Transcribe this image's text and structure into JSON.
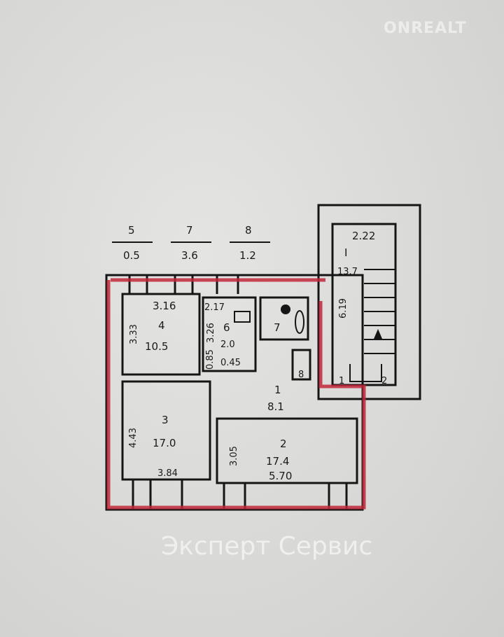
{
  "watermarks": {
    "brand": "ONREALT",
    "overlay": "Эксперт Сервис"
  },
  "colors": {
    "outline": "#c0283a",
    "wall": "#151515",
    "paper": "#d9d9d7"
  },
  "legend": [
    {
      "room": "5",
      "area": "0.5"
    },
    {
      "room": "7",
      "area": "3.6"
    },
    {
      "room": "8",
      "area": "1.2"
    }
  ],
  "rooms": {
    "r4": {
      "num": "4",
      "area": "10.5",
      "w": "3.16",
      "h": "3.33"
    },
    "r6": {
      "num": "6",
      "w": "2.17",
      "h": "3.26",
      "area": "2.0",
      "sub": "0.45",
      "sub2": "0.85"
    },
    "r7": {
      "num": "7"
    },
    "r8": {
      "num": "8"
    },
    "r1": {
      "num": "1",
      "area": "8.1"
    },
    "r3": {
      "num": "3",
      "area": "17.0",
      "w": "3.84",
      "h": "4.43"
    },
    "r2": {
      "num": "2",
      "area": "17.4",
      "w": "5.70",
      "h": "3.05"
    },
    "stair": {
      "num": "I",
      "area": "13.7",
      "w": "2.22",
      "h": "6.19",
      "d1": "1",
      "d2": "2"
    }
  }
}
